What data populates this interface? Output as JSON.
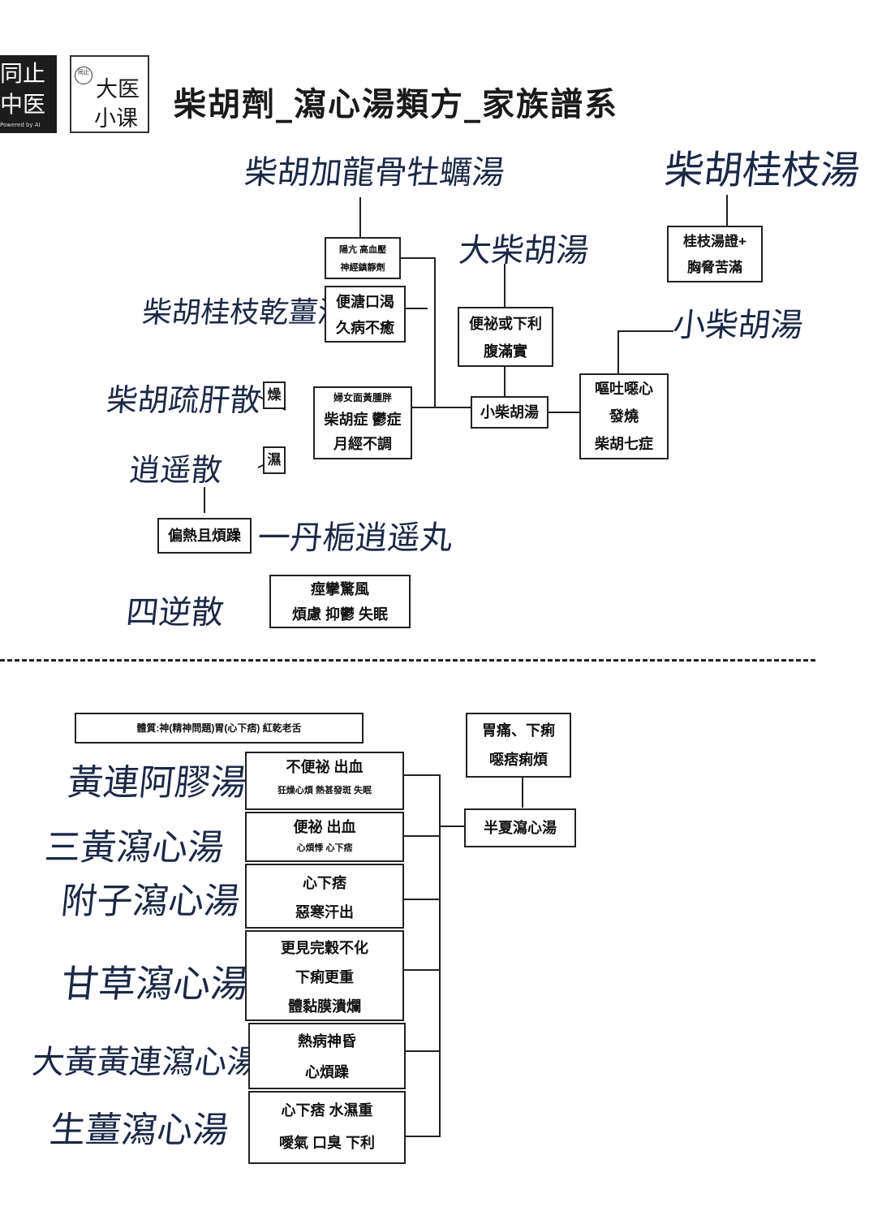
{
  "logo": {
    "left_line1": "同止",
    "left_line2": "中医",
    "left_sub": "Powered by AI",
    "right_circle": "同止",
    "right_line1": "大医",
    "right_line2": "小课"
  },
  "title": "柴胡劑_瀉心湯類方_家族譜系",
  "top": {
    "hw": {
      "chaihu_longgu": "柴胡加龍骨牡蠣湯",
      "chaihu_guizhi": "柴胡桂枝湯",
      "da_chaihu": "大柴胡湯",
      "xiao_chaihu_hw": "小柴胡湯",
      "chaihu_guizhi_ganjiang": "柴胡桂枝乾薑湯",
      "chaihu_shugan": "柴胡疏肝散",
      "xiaoyao": "逍遥散",
      "danzhi_xiaoyao": "一丹梔逍遥丸",
      "sini": "四逆散"
    },
    "boxes": {
      "yangkang": [
        "陽亢 高血壓",
        "神經鎮靜劑"
      ],
      "bianyuan": [
        "便溏口渴",
        "久病不癒"
      ],
      "funv": [
        "婦女面黃腫胖",
        "柴胡症 鬱症",
        "月經不調"
      ],
      "bianmi": [
        "便祕或下利",
        "腹滿實"
      ],
      "xiaochaihu": "小柴胡湯",
      "outu": [
        "嘔吐噁心",
        "發燒",
        "柴胡七症"
      ],
      "guizhi_zheng": [
        "桂枝湯證+",
        "胸脅苦滿"
      ],
      "pianre": "偏熱且煩躁",
      "sini_box": [
        "痙攣驚風",
        "煩慮 抑鬱 失眠"
      ]
    },
    "tags": {
      "zao": "燥",
      "shi": "濕"
    }
  },
  "bottom": {
    "header": "體質:神(精神問題)胃(心下痞) 紅乾老舌",
    "hw": [
      "黃連阿膠湯",
      "三黃瀉心湯",
      "附子瀉心湯",
      "甘草瀉心湯",
      "大黃黃連瀉心湯",
      "生薑瀉心湯"
    ],
    "rows": [
      {
        "l1": "不便祕 出血",
        "l2": "狂燥心煩 熱甚發斑 失眠"
      },
      {
        "l1": "便祕 出血",
        "l2": "心煩悸 心下痞"
      },
      {
        "l1": "心下痞",
        "l2": "惡寒汗出"
      },
      {
        "l1": "更見完穀不化",
        "l2": "下痢更重",
        "l3": "體黏膜潰爛"
      },
      {
        "l1": "熱病神昏",
        "l2": "心煩躁"
      },
      {
        "l1": "心下痞 水濕重",
        "l2": "噯氣 口臭 下利"
      }
    ],
    "weitong": [
      "胃痛、下痢",
      "噁痞痢煩"
    ],
    "banxia": "半夏瀉心湯"
  }
}
